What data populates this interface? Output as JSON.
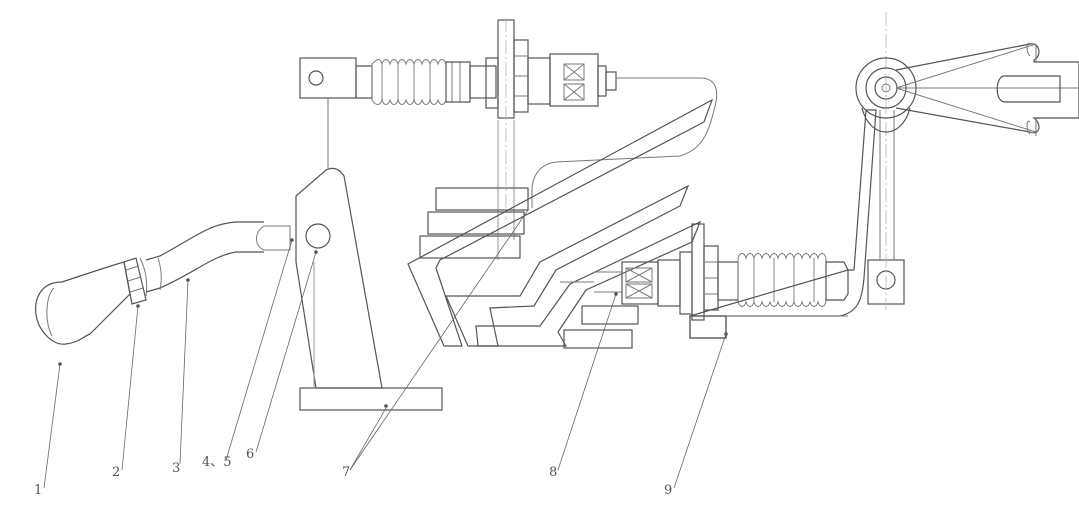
{
  "diagram": {
    "callouts": [
      {
        "id": "c1",
        "label": "1"
      },
      {
        "id": "c2",
        "label": "2"
      },
      {
        "id": "c3",
        "label": "3"
      },
      {
        "id": "c45",
        "label": "4、5"
      },
      {
        "id": "c6",
        "label": "6"
      },
      {
        "id": "c7",
        "label": "7"
      },
      {
        "id": "c8",
        "label": "8"
      },
      {
        "id": "c9",
        "label": "9"
      }
    ],
    "colors": {
      "line": "#7a7a7a",
      "dark_line": "#555555",
      "center_line": "#b8b8b8",
      "background": "#ffffff"
    }
  }
}
